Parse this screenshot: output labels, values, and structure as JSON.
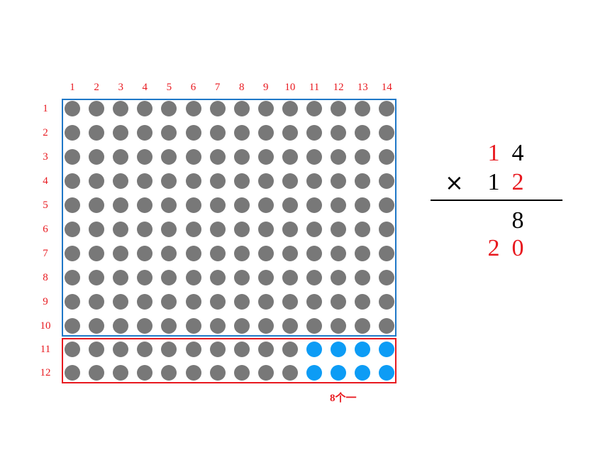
{
  "grid": {
    "rows": 12,
    "cols": 14,
    "column_labels": [
      "1",
      "2",
      "3",
      "4",
      "5",
      "6",
      "7",
      "8",
      "9",
      "10",
      "11",
      "12",
      "13",
      "14"
    ],
    "row_labels": [
      "1",
      "2",
      "3",
      "4",
      "5",
      "6",
      "7",
      "8",
      "9",
      "10",
      "11",
      "12"
    ],
    "upper_block_rows": 10,
    "highlight": {
      "rows": [
        11,
        12
      ],
      "cols": [
        11,
        12,
        13,
        14
      ]
    },
    "annotation": "8个一"
  },
  "multiplication": {
    "operator": "×",
    "top": [
      {
        "d": "1",
        "color": "#e8191f"
      },
      {
        "d": "4",
        "color": "#000000"
      }
    ],
    "bottom": [
      {
        "d": "1",
        "color": "#000000"
      },
      {
        "d": "2",
        "color": "#e8191f"
      }
    ],
    "partials": [
      [
        {
          "d": "8",
          "color": "#000000"
        }
      ],
      [
        {
          "d": "2",
          "color": "#e8191f"
        },
        {
          "d": "0",
          "color": "#e8191f"
        }
      ]
    ]
  },
  "colors": {
    "dot_gray": "#787878",
    "dot_blue": "#0d9cf5",
    "label_red": "#e8191f",
    "frame_blue": "#1f78c8",
    "frame_red": "#e8191f"
  }
}
